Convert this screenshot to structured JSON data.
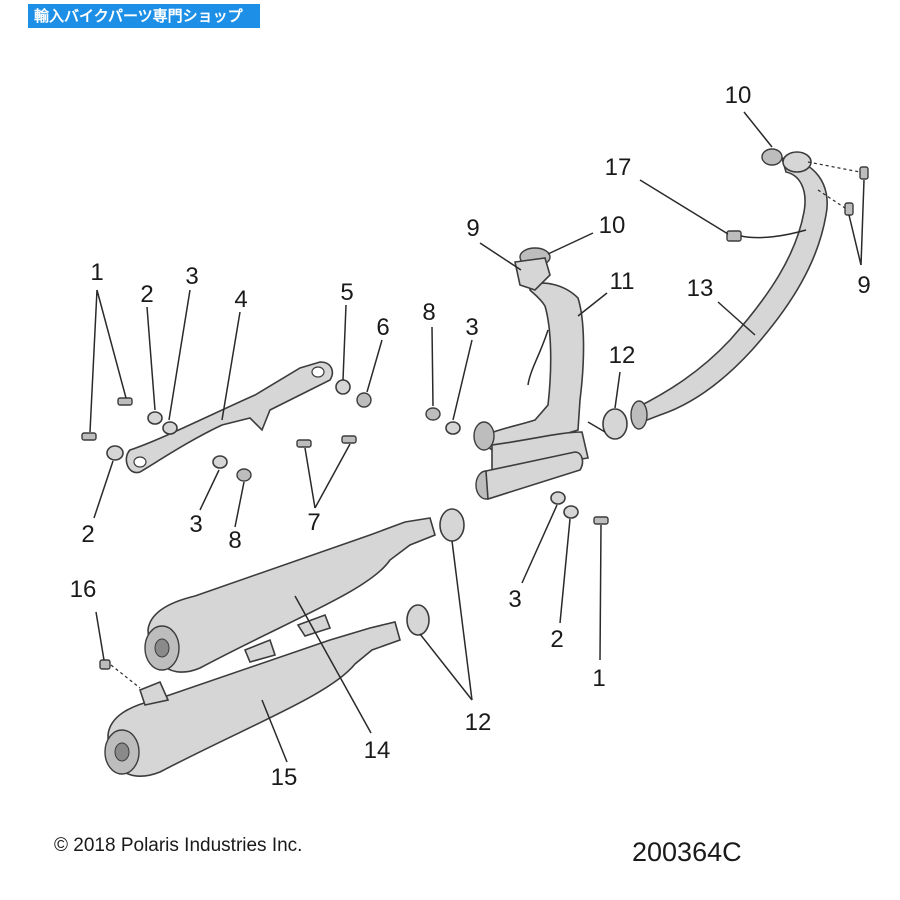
{
  "banner": {
    "text": "輸入バイクパーツ専門ショップ",
    "color": "#1e8fe6"
  },
  "copyright": "© 2018 Polaris Industries Inc.",
  "figure_id": "200364C",
  "callouts": [
    {
      "id": "c1a",
      "label": "1"
    },
    {
      "id": "c2a",
      "label": "2"
    },
    {
      "id": "c3a",
      "label": "3"
    },
    {
      "id": "c4",
      "label": "4"
    },
    {
      "id": "c5",
      "label": "5"
    },
    {
      "id": "c6",
      "label": "6"
    },
    {
      "id": "c2b",
      "label": "2"
    },
    {
      "id": "c3b",
      "label": "3"
    },
    {
      "id": "c8a",
      "label": "8"
    },
    {
      "id": "c7",
      "label": "7"
    },
    {
      "id": "c8b",
      "label": "8"
    },
    {
      "id": "c3c",
      "label": "3"
    },
    {
      "id": "c9a",
      "label": "9"
    },
    {
      "id": "c10a",
      "label": "10"
    },
    {
      "id": "c11",
      "label": "11"
    },
    {
      "id": "c12a",
      "label": "12"
    },
    {
      "id": "c13",
      "label": "13"
    },
    {
      "id": "c10b",
      "label": "10"
    },
    {
      "id": "c17",
      "label": "17"
    },
    {
      "id": "c9b",
      "label": "9"
    },
    {
      "id": "c3d",
      "label": "3"
    },
    {
      "id": "c2c",
      "label": "2"
    },
    {
      "id": "c1b",
      "label": "1"
    },
    {
      "id": "c16",
      "label": "16"
    },
    {
      "id": "c14",
      "label": "14"
    },
    {
      "id": "c15",
      "label": "15"
    },
    {
      "id": "c12b",
      "label": "12"
    }
  ]
}
